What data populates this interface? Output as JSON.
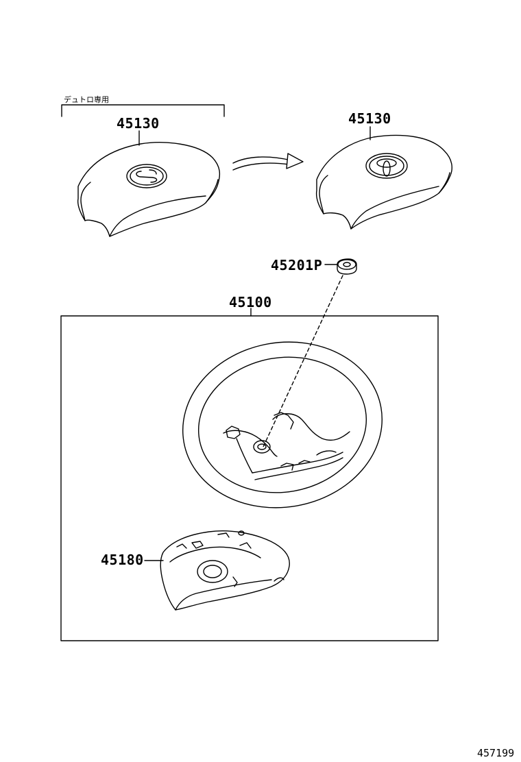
{
  "note_exclusive": "デュトロ専用",
  "parts": {
    "cover_old": "45130",
    "cover_new": "45130",
    "screw": "45201P",
    "wheel_assembly": "45100",
    "cover_lower": "45180"
  },
  "illustration_code": "457199"
}
